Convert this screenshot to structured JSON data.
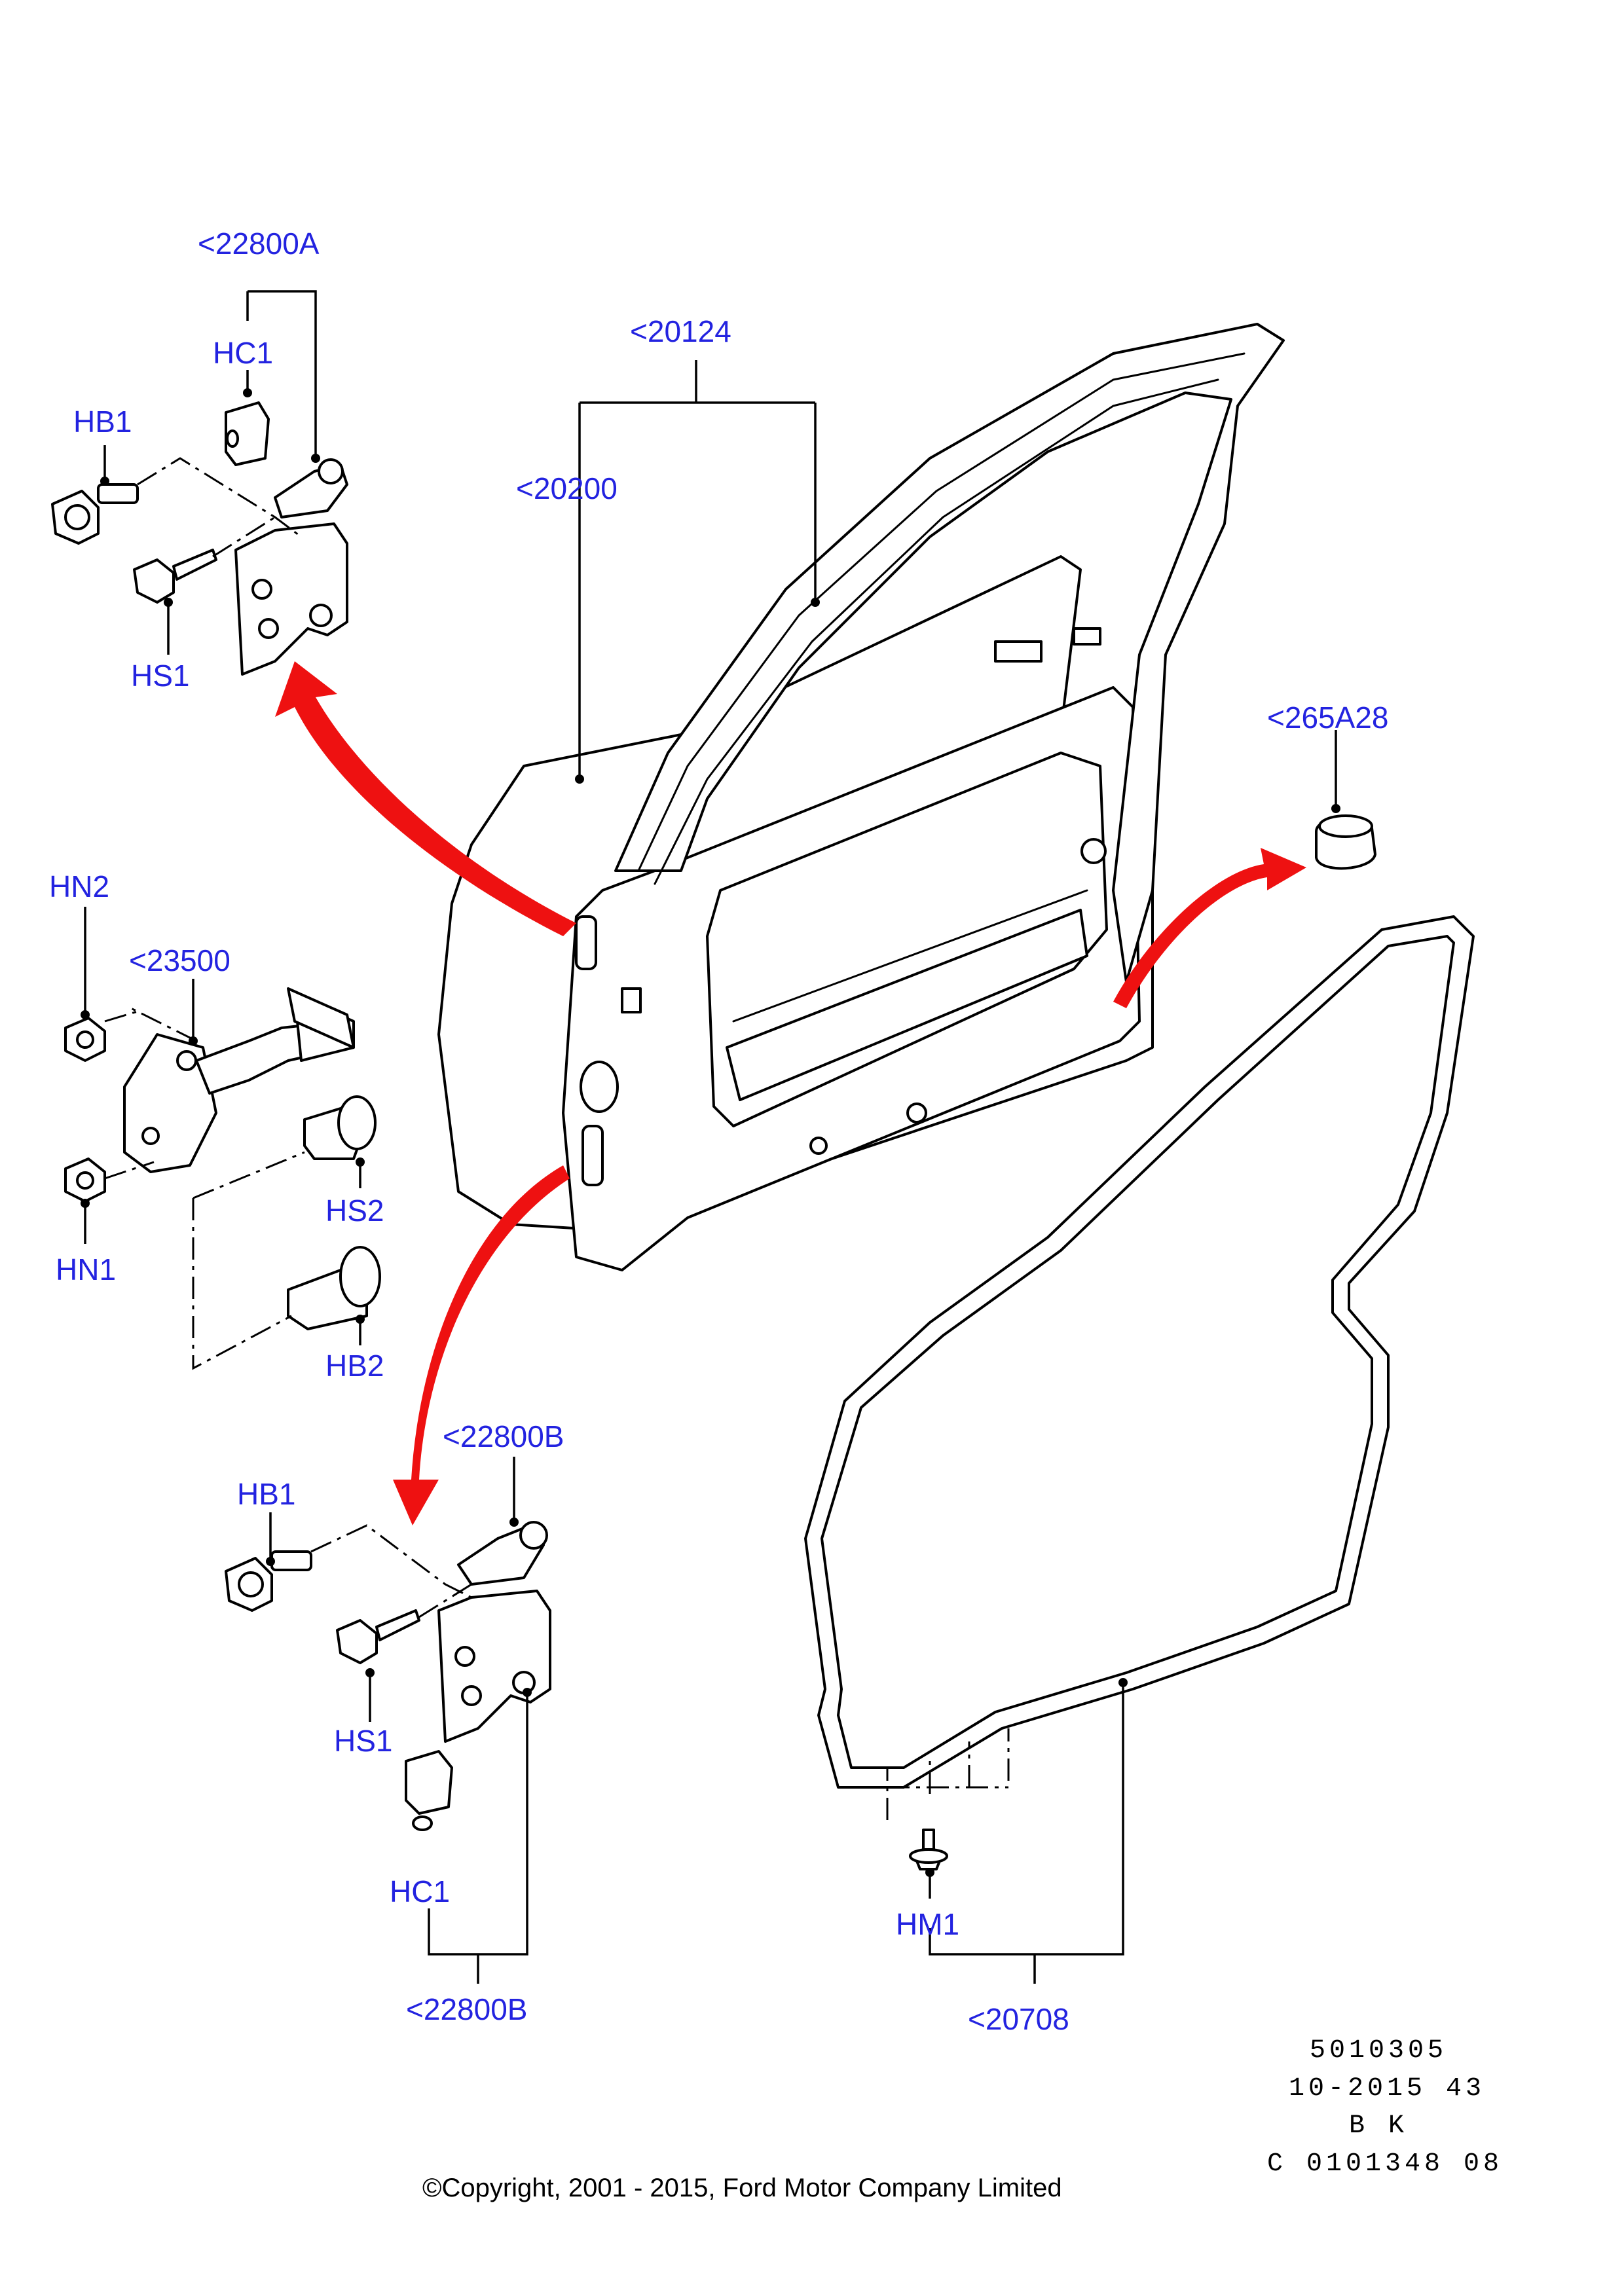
{
  "callouts": {
    "hinge_upper_kit": "<22800A",
    "hc1_upper": "HC1",
    "hb1_upper": "HB1",
    "hs1_upper": "HS1",
    "door_shell": "<20124",
    "door_frame": "<20200",
    "plug": "<265A28",
    "hn2": "HN2",
    "check_arm": "<23500",
    "hn1": "HN1",
    "hs2": "HS2",
    "hb2": "HB2",
    "hinge_lower_kit": "<22800B",
    "hb1_lower": "HB1",
    "hs1_lower": "HS1",
    "hc1_lower": "HC1",
    "hinge_lower_kit_2": "<22800B",
    "hm1": "HM1",
    "weatherstrip": "<20708"
  },
  "reference": {
    "line1": "5010305",
    "line2": "10-2015 43",
    "line3": "B K",
    "line4": "C 0101348 08"
  },
  "copyright": "©Copyright, 2001 - 2015, Ford Motor Company Limited",
  "colors": {
    "callout": "#2323e0",
    "arrow": "#ee1111",
    "line": "#000000"
  }
}
